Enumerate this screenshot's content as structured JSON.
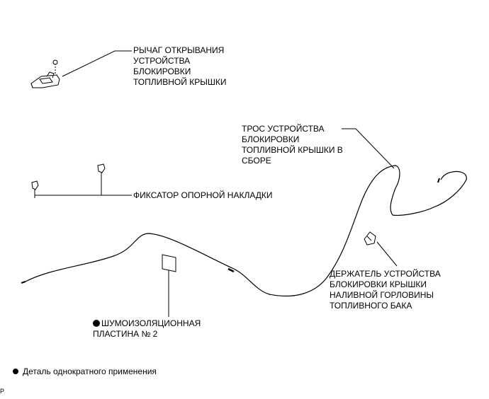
{
  "labels": {
    "lever": [
      "РЫЧАГ ОТКРЫВАНИЯ",
      "УСТРОЙСТВА",
      "БЛОКИРОВКИ",
      "ТОПЛИВНОЙ КРЫШКИ"
    ],
    "cable": [
      "ТРОС УСТРОЙСТВА",
      "БЛОКИРОВКИ",
      "ТОПЛИВНОЙ КРЫШКИ В",
      "СБОРЕ"
    ],
    "clip": [
      "ФИКСАТОР ОПОРНОЙ НАКЛАДКИ"
    ],
    "holder": [
      "ДЕРЖАТЕЛЬ УСТРОЙСТВА",
      "БЛОКИРОВКИ КРЫШКИ",
      "НАЛИВНОЙ ГОРЛОВИНЫ",
      "ТОПЛИВНОГО БАКА"
    ],
    "silencer": [
      "ШУМОИЗОЛЯЦИОННАЯ",
      "ПЛАСТИНА № 2"
    ]
  },
  "legend": {
    "text": "Деталь однократного применения"
  },
  "corner_code": "P"
}
